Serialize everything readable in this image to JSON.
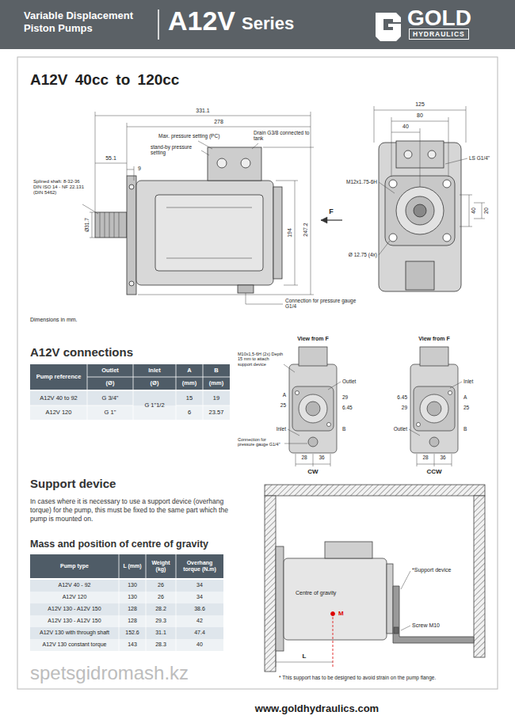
{
  "diagram": {
    "title": "A12V 40cc to 120cc",
    "nodes": [
      {
        "text": [
          "Variable Displacement Piston Pumps",
          "A12V",
          "Series"
        ]
      },
      {
        "text": [
          "GOLD",
          "HYDRAULICS"
        ],
        "in": 0
      }
    ],
    "labels": [
      "331.1",
      "278",
      "Max. pressure setting (PC)",
      "stand-by pressure setting",
      "Drain G3/8 connected to tank",
      "55.1",
      "9",
      "Splined shaft: 8-32-36 DIN ISO 14 - NF 22.131 (DIN 5462)",
      "Ø31.7",
      "194",
      "247.2",
      "F",
      "Connection for pressure gauge G1/4",
      "125",
      "80",
      "40",
      "LS G1/4\"",
      "M12x1.75-6H",
      "40",
      "20",
      "Ø 12.75 (4x)",
      "Dimensions in mm.",
      "A12V connections",
      "Pump reference",
      "Outlet",
      "Inlet",
      "A",
      "B",
      "(Ø)",
      "(Ø)",
      "(mm)",
      "(mm)",
      "A12V 40 to 92",
      "G 3/4\"",
      "G 1\"1/2",
      "15",
      "19",
      "A12V 120",
      "G 1\"",
      "6",
      "23.57",
      "View from F",
      "M10x1,5-6H (2x) Depth 15 mm to attach support device",
      "Outlet",
      "A",
      "25",
      "29",
      "6.45",
      "Inlet",
      "B",
      "Connection for pressure gauge G1/4\"",
      "28",
      "36",
      "CW",
      "View from F",
      "Inlet",
      "6.45",
      "29",
      "Outlet",
      "A",
      "25",
      "B",
      "28",
      "36",
      "CCW",
      "Support device",
      "In cases where it is necessary to use a support device (overhang torque) for the pump, this must be fixed to the same part which the pump is mounted on.",
      "Mass and position of centre of gravity",
      "Pump type",
      "L (mm)",
      "Weight (kg)",
      "Overhang torque (N.m)",
      "A12V 40 - 92",
      "130",
      "26",
      "34",
      "A12V 120",
      "130",
      "26",
      "34",
      "A12V 130 - A12V 150",
      "128",
      "28.2",
      "38.6",
      "A12V 130 - A12V 150",
      "128",
      "29.3",
      "42",
      "A12V 130 with through shaft",
      "152.6",
      "31.1",
      "47.4",
      "A12V 130 constant torque",
      "143",
      "28.3",
      "40",
      "*Support device",
      "Centre of gravity",
      "M",
      "Screw M10",
      "L",
      "* This support has to be designed to avoid strain on the pump flange.",
      "www.goldhydraulics.com",
      "spetsgidromash.kz"
    ]
  }
}
